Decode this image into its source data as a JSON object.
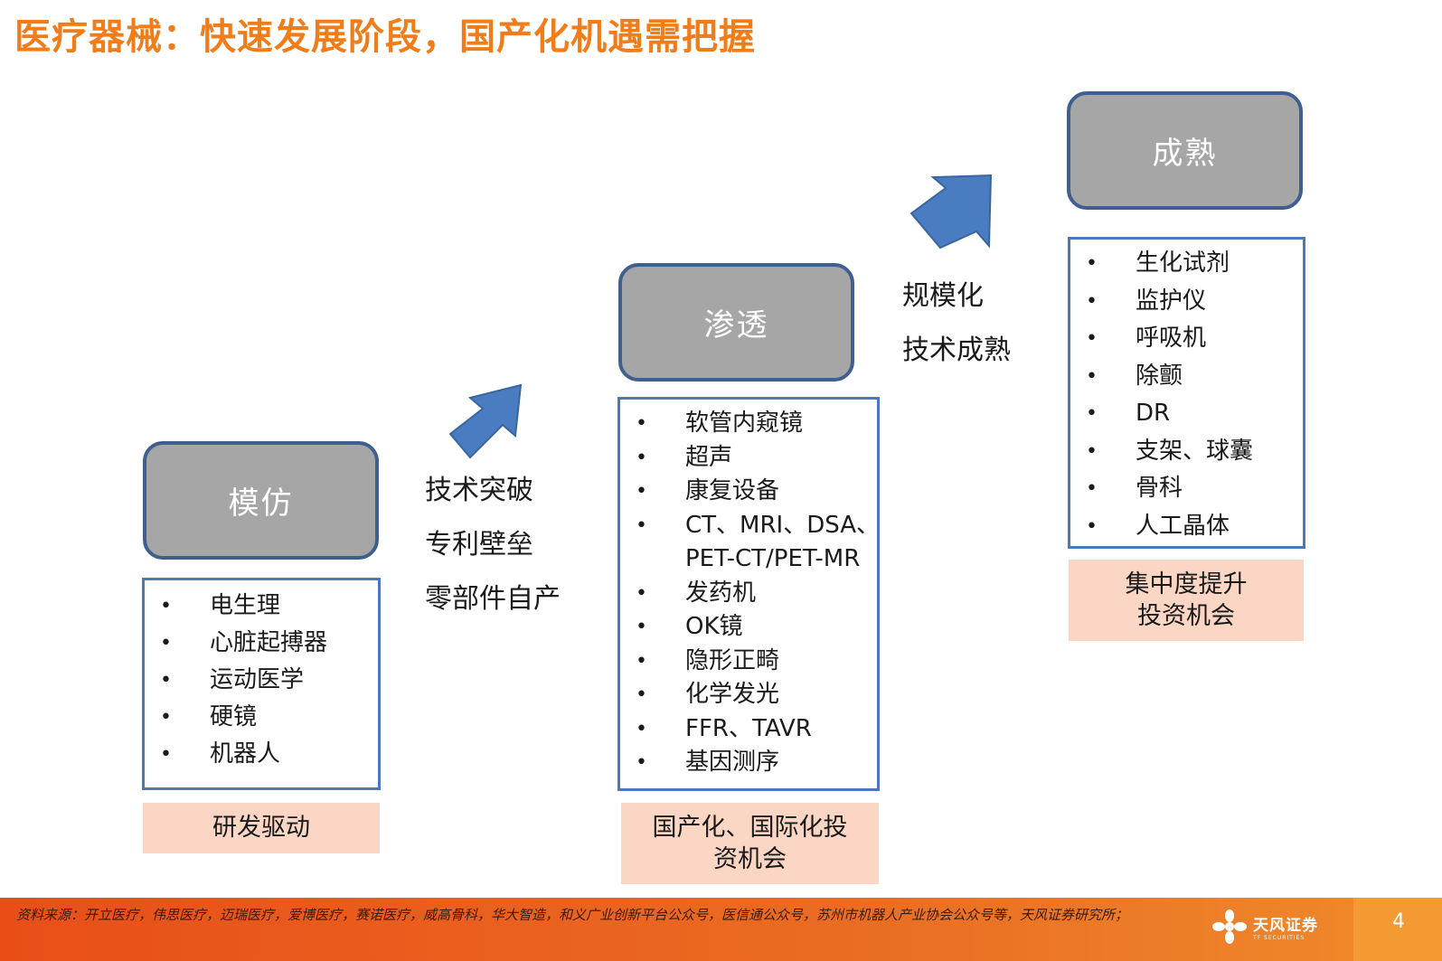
{
  "title": "医疗器械：快速发展阶段，国产化机遇需把握",
  "stages": [
    {
      "label": "模仿",
      "items": [
        "电生理",
        "心脏起搏器",
        "运动医学",
        "硬镜",
        "机器人"
      ],
      "note": "研发驱动"
    },
    {
      "label": "渗透",
      "items": [
        "软管内窥镜",
        "超声",
        "康复设备",
        "CT、MRI、DSA、",
        "PET-CT/PET-MR",
        "发药机",
        "OK镜",
        "隐形正畸",
        "化学发光",
        "FFR、TAVR",
        "基因测序"
      ],
      "note_line1": "国产化、国际化投",
      "note_line2": "资机会"
    },
    {
      "label": "成熟",
      "items": [
        "生化试剂",
        "监护仪",
        "呼吸机",
        "除颤",
        "DR",
        "支架、球囊",
        "骨科",
        "人工晶体"
      ],
      "note_line1": "集中度提升",
      "note_line2": "投资机会"
    }
  ],
  "transitions": [
    {
      "lines": [
        "技术突破",
        "专利壁垒",
        "零部件自产"
      ]
    },
    {
      "lines": [
        "规模化",
        "技术成熟"
      ]
    }
  ],
  "footer": {
    "source": "资料来源：开立医疗，伟思医疗，迈瑞医疗，爱博医疗，赛诺医疗，威高骨科，华大智造，和义广业创新平台公众号，医信通公众号，苏州市机器人产业协会公众号等，天风证券研究所；",
    "logo_cn": "天风证券",
    "logo_en": "TF SECURITIES",
    "page_number": "4"
  },
  "colors": {
    "title": "#f07d1a",
    "stage_fill": "#a6a6a6",
    "stage_border": "#3f5f8f",
    "list_border": "#4b79b8",
    "note_fill": "#fbd6c4",
    "arrow": "#4a7cc2",
    "footer": "#e94e19"
  }
}
